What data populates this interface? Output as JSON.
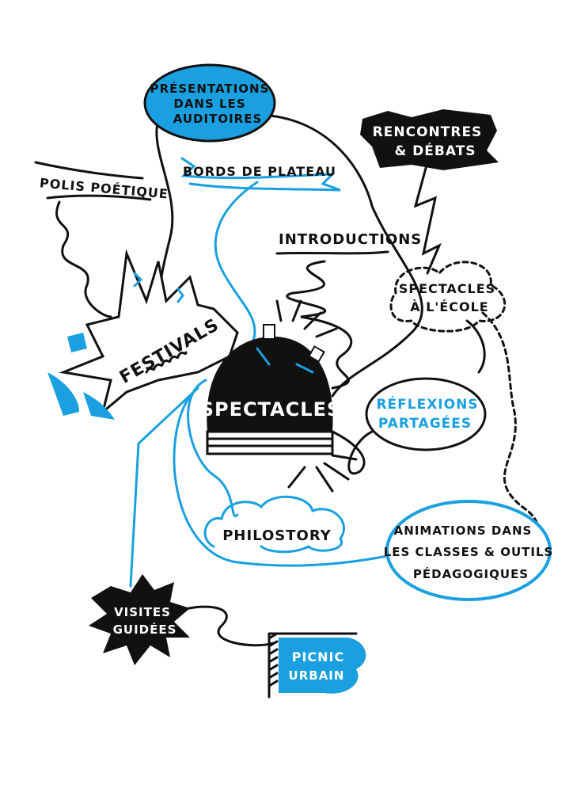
{
  "colors": {
    "ink": "#111111",
    "accent": "#1aa0e0",
    "paper": "#ffffff"
  },
  "nodes": {
    "presentations": [
      "Présentations",
      "dans les",
      "auditoires"
    ],
    "rencontres": [
      "Rencontres",
      "& débats"
    ],
    "polis": "Polis poétique",
    "bords": "Bords de plateau",
    "introductions": "Introductions",
    "ecole": [
      "Spectacles",
      "à l'école"
    ],
    "festivals": "Festivals",
    "spectacles": "Spectacles",
    "reflexions": [
      "Réflexions",
      "partagées"
    ],
    "philostory": "Philostory",
    "animations": [
      "Animations dans",
      "les classes & outils",
      "pédagogiques"
    ],
    "visites": [
      "Visites",
      "guidées"
    ],
    "picnic": [
      "Picnic",
      "urbain"
    ]
  }
}
